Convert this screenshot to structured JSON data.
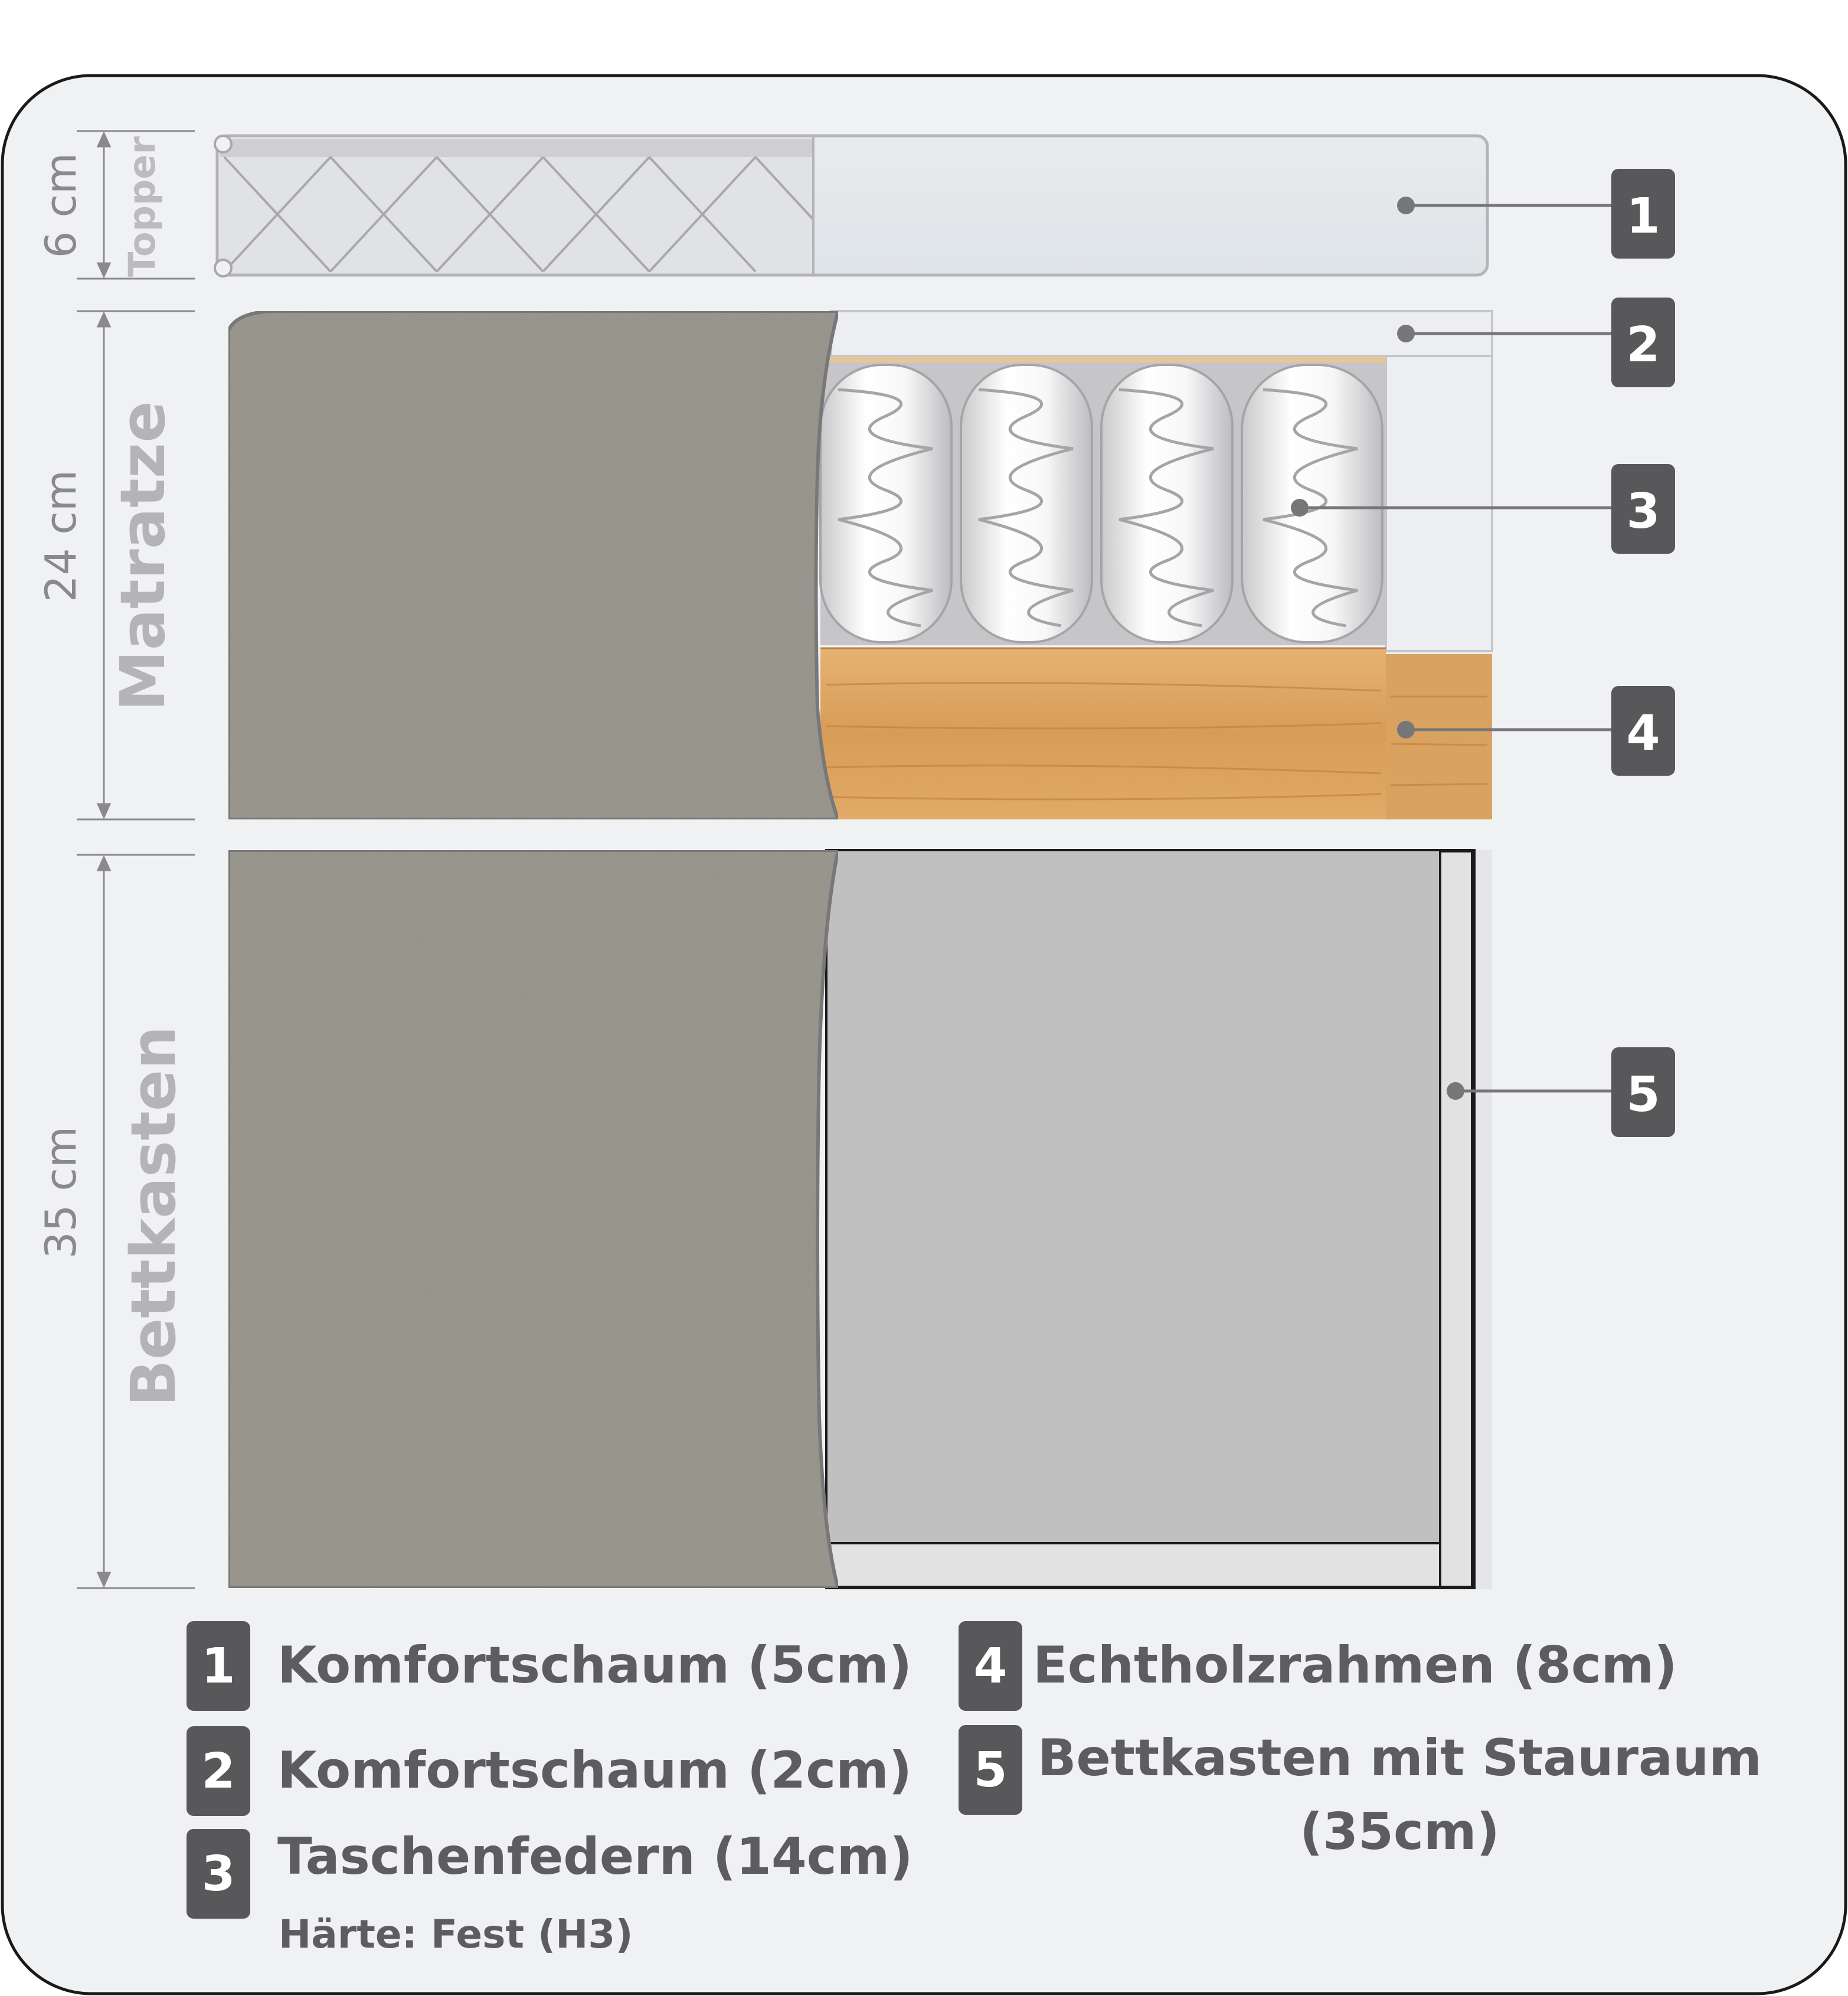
{
  "dimensions": {
    "topper": "6 cm",
    "matratze": "24 cm",
    "bettkasten": "35 cm"
  },
  "section_labels": {
    "topper": "Topper",
    "matratze": "Matratze",
    "bettkasten": "Bettkasten"
  },
  "callouts": [
    "1",
    "2",
    "3",
    "4",
    "5"
  ],
  "legend": [
    {
      "num": "1",
      "text": "Komfortschaum (5cm)"
    },
    {
      "num": "2",
      "text": "Komfortschaum (2cm)"
    },
    {
      "num": "3",
      "text": "Taschenfedern (14cm)",
      "sub": "Härte: Fest (H3)"
    },
    {
      "num": "4",
      "text": "Echtholzrahmen (8cm)"
    },
    {
      "num": "5",
      "line1": "Bettkasten mit Stauraum",
      "line2": "(35cm)"
    }
  ],
  "colors": {
    "background": "#f0f1f3",
    "frame": "#1a1a1a",
    "upholstery": "#9e9b92",
    "foam": "#eceef1",
    "wood": "#dca05c",
    "box_interior": "#c0c0c0",
    "label_box": "#58585a",
    "text": "#5d5d5f",
    "dimension_text": "#8a8a8c"
  }
}
